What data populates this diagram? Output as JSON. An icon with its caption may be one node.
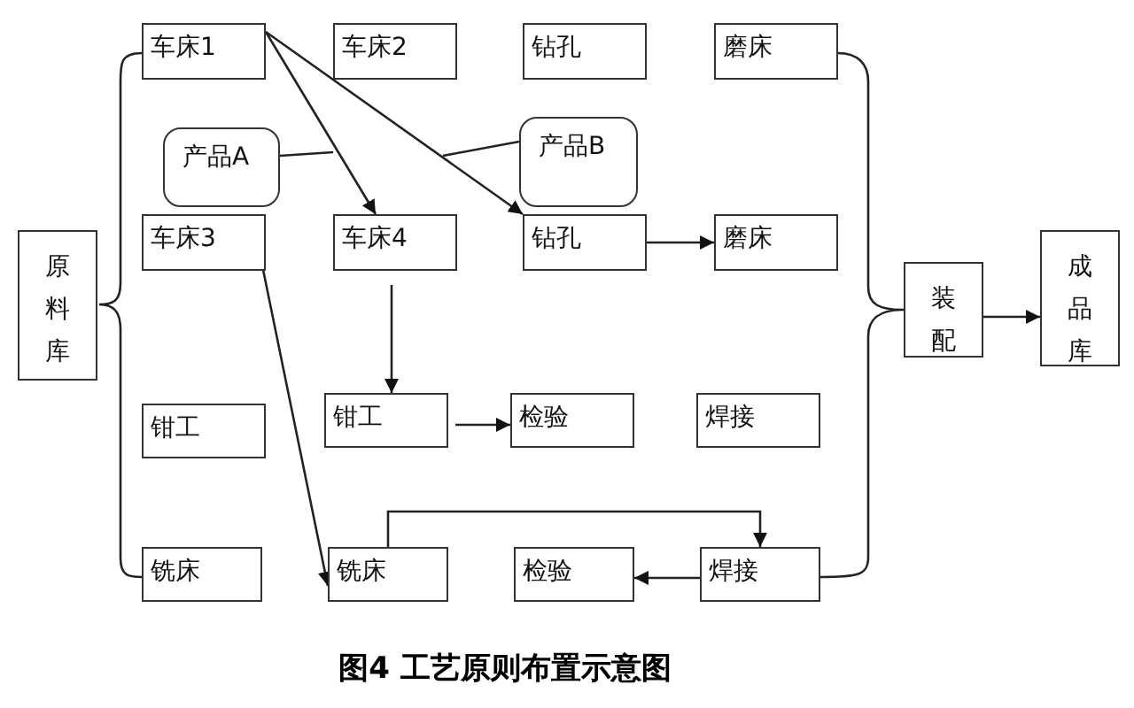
{
  "diagram": {
    "caption": "图4 工艺原则布置示意图",
    "nodes": [
      {
        "text": [
          "原料库"
        ]
      },
      {
        "text": [
          "车床1"
        ]
      },
      {
        "text": [
          "车床2"
        ]
      },
      {
        "text": [
          "钻孔"
        ]
      },
      {
        "text": [
          "磨床"
        ]
      },
      {
        "text": [
          "产品A"
        ]
      },
      {
        "text": [
          "产品B"
        ]
      },
      {
        "text": [
          "车床3"
        ]
      },
      {
        "text": [
          "车床4"
        ]
      },
      {
        "text": [
          "钻孔"
        ]
      },
      {
        "text": [
          "磨床"
        ]
      },
      {
        "text": [
          "装配"
        ]
      },
      {
        "text": [
          "成品库"
        ]
      },
      {
        "text": [
          "钳工"
        ]
      },
      {
        "text": [
          "钳工"
        ]
      },
      {
        "text": [
          "检验"
        ]
      },
      {
        "text": [
          "焊接"
        ]
      },
      {
        "text": [
          "铣床"
        ]
      },
      {
        "text": [
          "铣床"
        ]
      },
      {
        "text": [
          "检验"
        ]
      },
      {
        "text": [
          "焊接"
        ]
      }
    ],
    "edges": [
      {
        "from": 1,
        "to": 8,
        "arrow": "to"
      },
      {
        "from": 1,
        "to": 9,
        "arrow": "to"
      },
      {
        "from": 7,
        "to": 18,
        "arrow": "to"
      },
      {
        "from": 8,
        "to": 14,
        "arrow": "to"
      },
      {
        "from": 9,
        "to": 10,
        "arrow": "to"
      },
      {
        "from": 14,
        "to": 15,
        "arrow": "to"
      },
      {
        "from": 18,
        "to": 20,
        "arrow": "to"
      },
      {
        "from": 20,
        "to": 19,
        "arrow": "to"
      },
      {
        "from": 11,
        "to": 12,
        "arrow": "to"
      },
      {
        "from": 5,
        "to": null,
        "arrow": "none"
      },
      {
        "from": 6,
        "to": null,
        "arrow": "none"
      }
    ]
  }
}
